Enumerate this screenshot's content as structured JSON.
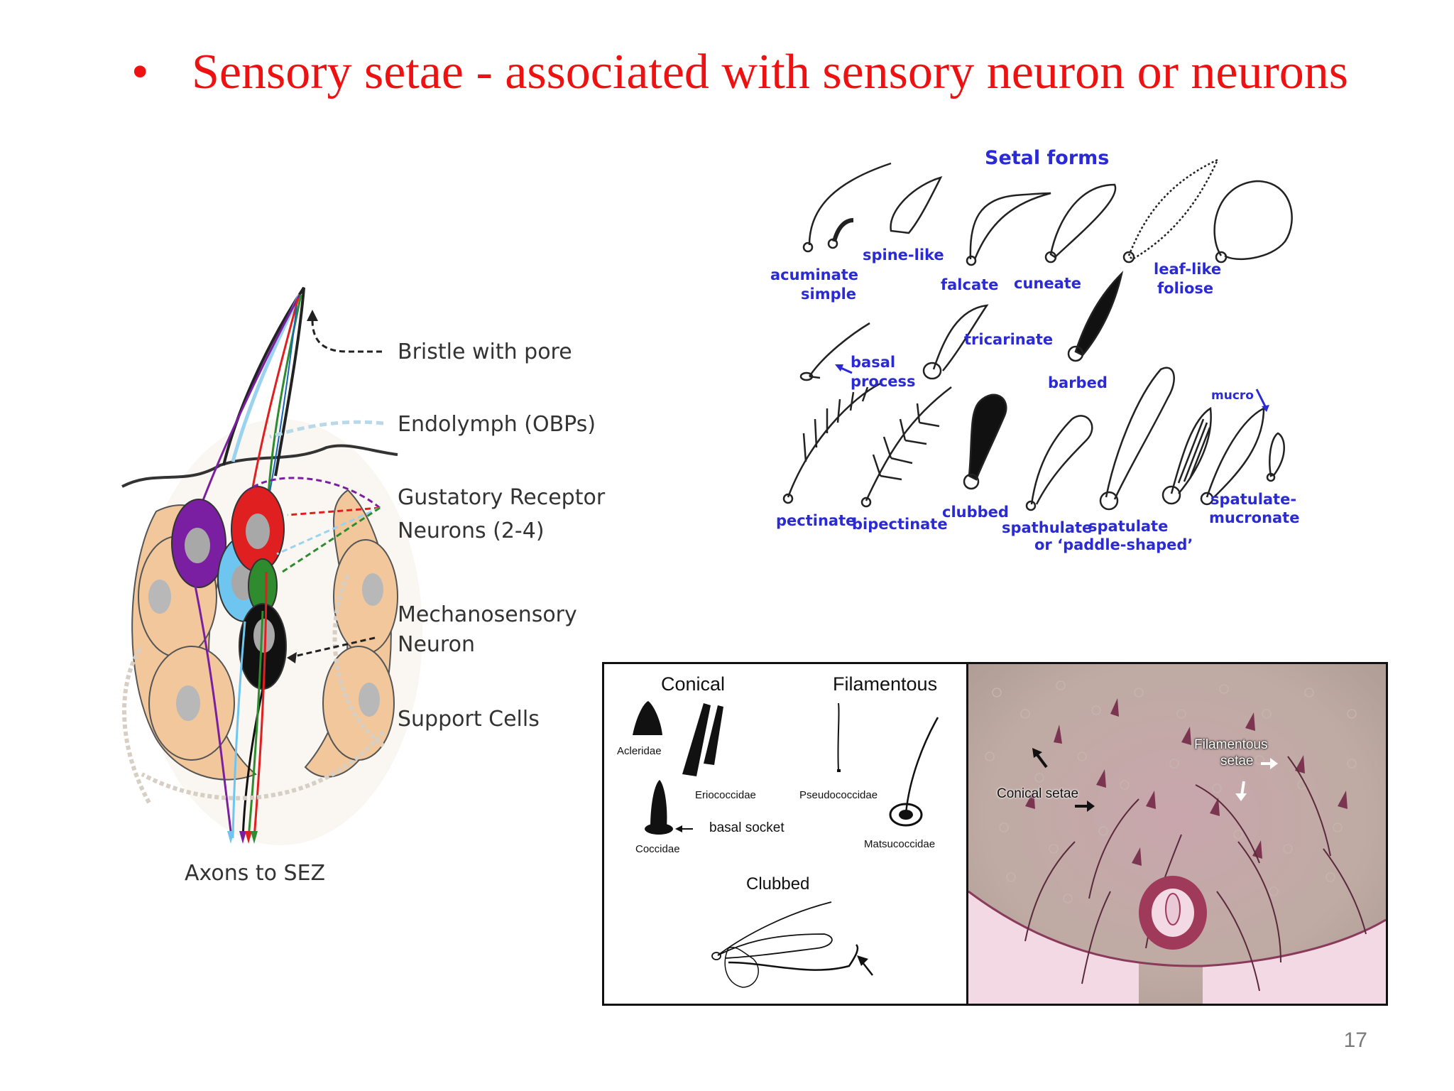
{
  "slide": {
    "bullet": "•",
    "title": "Sensory setae - associated with sensory neuron or neurons",
    "page_number": "17"
  },
  "neuron_figure": {
    "labels": {
      "bristle": "Bristle with pore",
      "endolymph": "Endolymph (OBPs)",
      "gustatory_line1": "Gustatory Receptor",
      "gustatory_line2": "Neurons (2-4)",
      "mechano_line1": "Mechanosensory",
      "mechano_line2": "Neuron",
      "support": "Support Cells",
      "axons": "Axons to SEZ"
    },
    "colors": {
      "support_cell": "#f1c79b",
      "purple": "#7b1fa2",
      "red": "#e02020",
      "blue": "#6ec6f0",
      "green": "#2e8b2e",
      "black": "#111111",
      "nucleus": "#a8a8a8"
    }
  },
  "setal_forms": {
    "title": "Setal forms",
    "labels": {
      "acuminate": "acuminate",
      "simple": "simple",
      "spine_like": "spine-like",
      "falcate": "falcate",
      "cuneate": "cuneate",
      "leaf_like": "leaf-like",
      "foliose": "foliose",
      "basal": "basal",
      "process": "process",
      "tricarinate": "tricarinate",
      "barbed": "barbed",
      "mucro": "mucro",
      "pectinate": "pectinate",
      "bipectinate": "bipectinate",
      "clubbed": "clubbed",
      "spathulate": "spathulate",
      "spatulate": "spatulate",
      "paddle": "or ‘paddle-shaped’",
      "spatulate_mucronate_1": "spatulate-",
      "spatulate_mucronate_2": "mucronate"
    }
  },
  "coccid_setae": {
    "conical": "Conical",
    "filamentous": "Filamentous",
    "clubbed": "Clubbed",
    "acleridae": "Acleridae",
    "eriococcidae": "Eriococcidae",
    "pseudococcidae": "Pseudococcidae",
    "coccidae": "Coccidae",
    "basal_socket": "basal socket",
    "matsucoccidae": "Matsucoccidae"
  },
  "micrograph": {
    "filamentous_line1": "Filamentous",
    "filamentous_line2": "setae",
    "conical_setae": "Conical setae"
  }
}
